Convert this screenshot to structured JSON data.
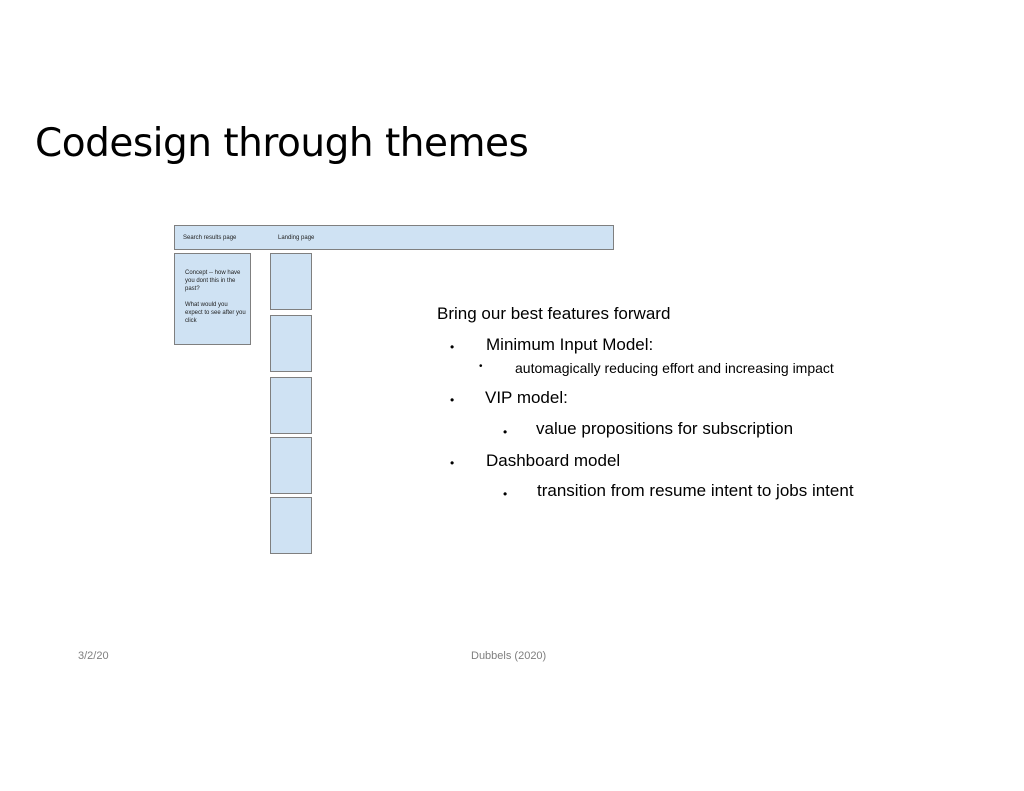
{
  "slide": {
    "title": "Codesign through themes",
    "wireframe": {
      "header_left_label": "Search results page",
      "header_right_label": "Landing page",
      "concept_text_1": "Concept -- how have you dont this in the past?",
      "concept_text_2": "What would you expect to see after you click"
    },
    "content": {
      "heading": "Bring our best features forward",
      "bullet_symbol": "•",
      "items": [
        {
          "text": "Minimum Input Model:"
        },
        {
          "text": "automagically reducing effort and increasing impact"
        },
        {
          "text": "VIP model:"
        },
        {
          "text": "value propositions for subscription"
        },
        {
          "text": "Dashboard model"
        },
        {
          "text": "transition from resume intent to jobs intent"
        }
      ]
    },
    "footer": {
      "date": "3/2/20",
      "author": "Dubbels (2020)"
    }
  }
}
